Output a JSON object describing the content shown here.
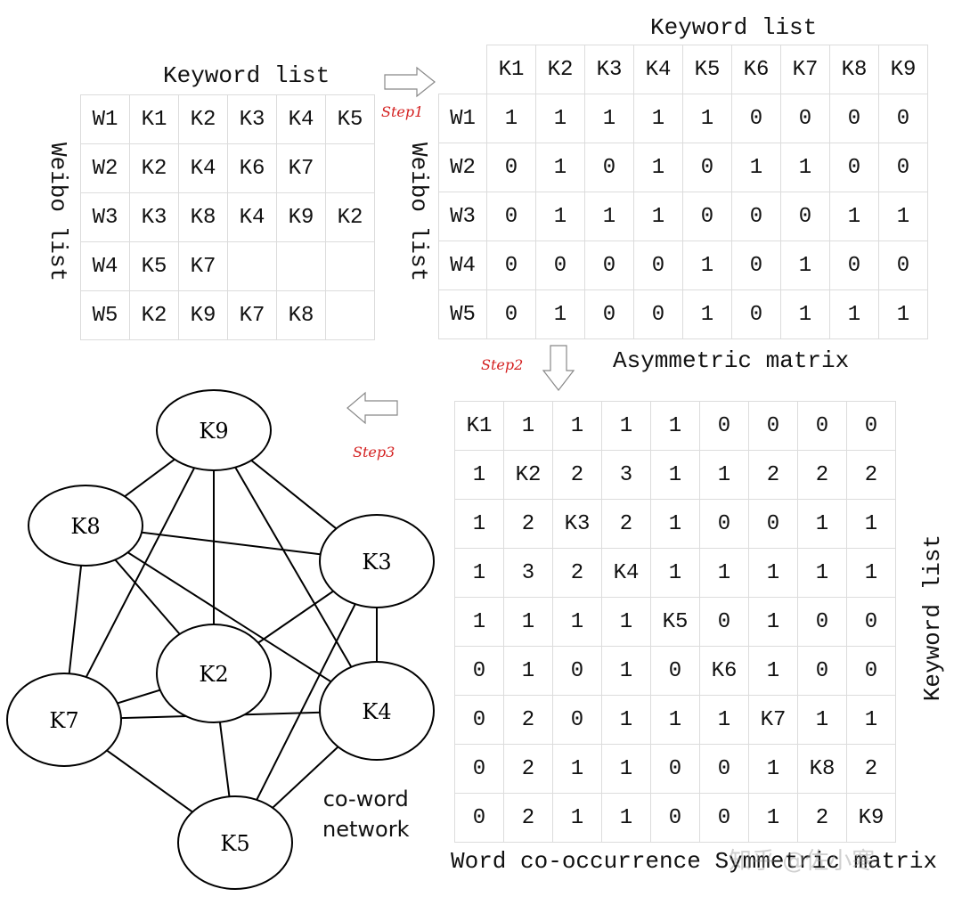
{
  "weibo_table": {
    "title": "Keyword list",
    "side_label": "Weibo list",
    "rows": [
      [
        "W1",
        "K1",
        "K2",
        "K3",
        "K4",
        "K5"
      ],
      [
        "W2",
        "K2",
        "K4",
        "K6",
        "K7",
        ""
      ],
      [
        "W3",
        "K3",
        "K8",
        "K4",
        "K9",
        "K2"
      ],
      [
        "W4",
        "K5",
        "K7",
        "",
        "",
        ""
      ],
      [
        "W5",
        "K2",
        "K9",
        "K7",
        "K8",
        ""
      ]
    ]
  },
  "step1": "Step1",
  "step2": "Step2",
  "step3": "Step3",
  "asym_matrix": {
    "title": "Keyword list",
    "side_label": "Weibo list",
    "caption": "Asymmetric matrix",
    "header": [
      "",
      "K1",
      "K2",
      "K3",
      "K4",
      "K5",
      "K6",
      "K7",
      "K8",
      "K9"
    ],
    "rows": [
      [
        "W1",
        "1",
        "1",
        "1",
        "1",
        "1",
        "0",
        "0",
        "0",
        "0"
      ],
      [
        "W2",
        "0",
        "1",
        "0",
        "1",
        "0",
        "1",
        "1",
        "0",
        "0"
      ],
      [
        "W3",
        "0",
        "1",
        "1",
        "1",
        "0",
        "0",
        "0",
        "1",
        "1"
      ],
      [
        "W4",
        "0",
        "0",
        "0",
        "0",
        "1",
        "0",
        "1",
        "0",
        "0"
      ],
      [
        "W5",
        "0",
        "1",
        "0",
        "0",
        "1",
        "0",
        "1",
        "1",
        "1"
      ]
    ]
  },
  "sym_matrix": {
    "caption": "Word co-occurrence Symmetric matrix",
    "side_label": "Keyword list",
    "rows": [
      [
        "K1",
        "1",
        "1",
        "1",
        "1",
        "0",
        "0",
        "0",
        "0"
      ],
      [
        "1",
        "K2",
        "2",
        "3",
        "1",
        "1",
        "2",
        "2",
        "2"
      ],
      [
        "1",
        "2",
        "K3",
        "2",
        "1",
        "0",
        "0",
        "1",
        "1"
      ],
      [
        "1",
        "3",
        "2",
        "K4",
        "1",
        "1",
        "1",
        "1",
        "1"
      ],
      [
        "1",
        "1",
        "1",
        "1",
        "K5",
        "0",
        "1",
        "0",
        "0"
      ],
      [
        "0",
        "1",
        "0",
        "1",
        "0",
        "K6",
        "1",
        "0",
        "0"
      ],
      [
        "0",
        "2",
        "0",
        "1",
        "1",
        "1",
        "K7",
        "1",
        "1"
      ],
      [
        "0",
        "2",
        "1",
        "1",
        "0",
        "0",
        "1",
        "K8",
        "2"
      ],
      [
        "0",
        "2",
        "1",
        "1",
        "0",
        "0",
        "1",
        "2",
        "K9"
      ]
    ]
  },
  "network": {
    "label_line1": "co-word",
    "label_line2": "network",
    "nodes": [
      "K9",
      "K8",
      "K3",
      "K2",
      "K4",
      "K7",
      "K5"
    ],
    "edges": [
      [
        "K9",
        "K8"
      ],
      [
        "K9",
        "K3"
      ],
      [
        "K9",
        "K2"
      ],
      [
        "K9",
        "K4"
      ],
      [
        "K9",
        "K7"
      ],
      [
        "K8",
        "K3"
      ],
      [
        "K8",
        "K4"
      ],
      [
        "K8",
        "K2"
      ],
      [
        "K8",
        "K7"
      ],
      [
        "K3",
        "K2"
      ],
      [
        "K3",
        "K4"
      ],
      [
        "K3",
        "K5"
      ],
      [
        "K2",
        "K7"
      ],
      [
        "K2",
        "K5"
      ],
      [
        "K7",
        "K4"
      ],
      [
        "K7",
        "K5"
      ],
      [
        "K4",
        "K5"
      ]
    ]
  },
  "watermark": "知乎 @佐小寒",
  "colors": {
    "step_text": "#d42020",
    "grid": "#dcdcdc",
    "arrow": "#888888"
  }
}
